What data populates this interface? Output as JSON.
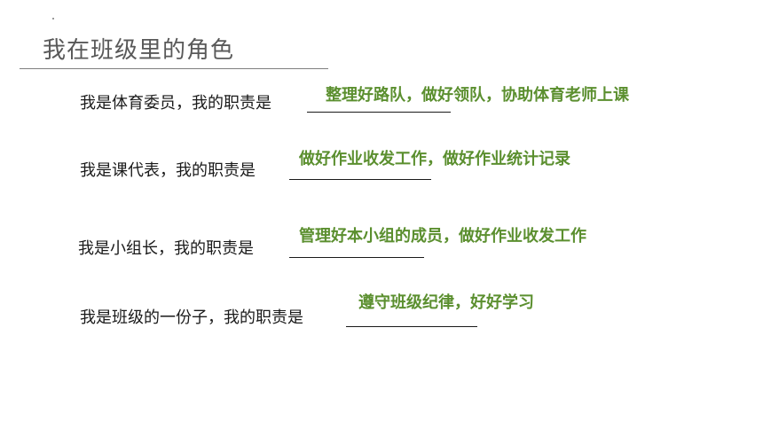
{
  "slide": {
    "title": "我在班级里的角色",
    "rows": [
      {
        "prompt": "我是体育委员，我的职责是",
        "answer": "整理好路队，做好领队，协助体育老师上课"
      },
      {
        "prompt": "我是课代表，我的职责是",
        "answer": "做好作业收发工作，做好作业统计记录"
      },
      {
        "prompt": "我是小组长，我的职责是",
        "answer": "管理好本小组的成员，做好作业收发工作"
      },
      {
        "prompt": "我是班级的一份子，我的职责是",
        "answer": "遵守班级纪律，好好学习"
      }
    ]
  },
  "colors": {
    "answer": "#5b8f2f",
    "title": "#595959"
  }
}
